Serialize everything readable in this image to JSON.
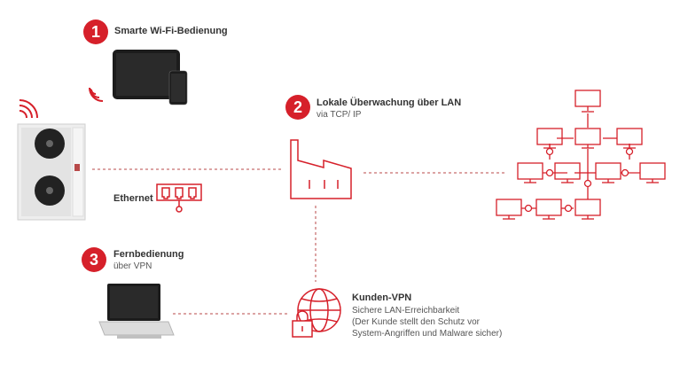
{
  "steps": [
    {
      "number": "1",
      "title": "Smarte Wi-Fi-Bedienung",
      "subtitle": ""
    },
    {
      "number": "2",
      "title": "Lokale Überwachung über LAN",
      "subtitle": "via TCP/ IP"
    },
    {
      "number": "3",
      "title": "Fernbedienung",
      "subtitle": "über VPN"
    }
  ],
  "ethernet_label": "Ethernet",
  "vpn": {
    "title": "Kunden-VPN",
    "line1": "Sichere LAN-Erreichbarkeit",
    "line2": "(Der Kunde stellt den Schutz vor",
    "line3": " System-Angriffen und Malware sicher)"
  },
  "colors": {
    "accent": "#d6202a",
    "dash": "#b84a4a",
    "text": "#333333"
  }
}
